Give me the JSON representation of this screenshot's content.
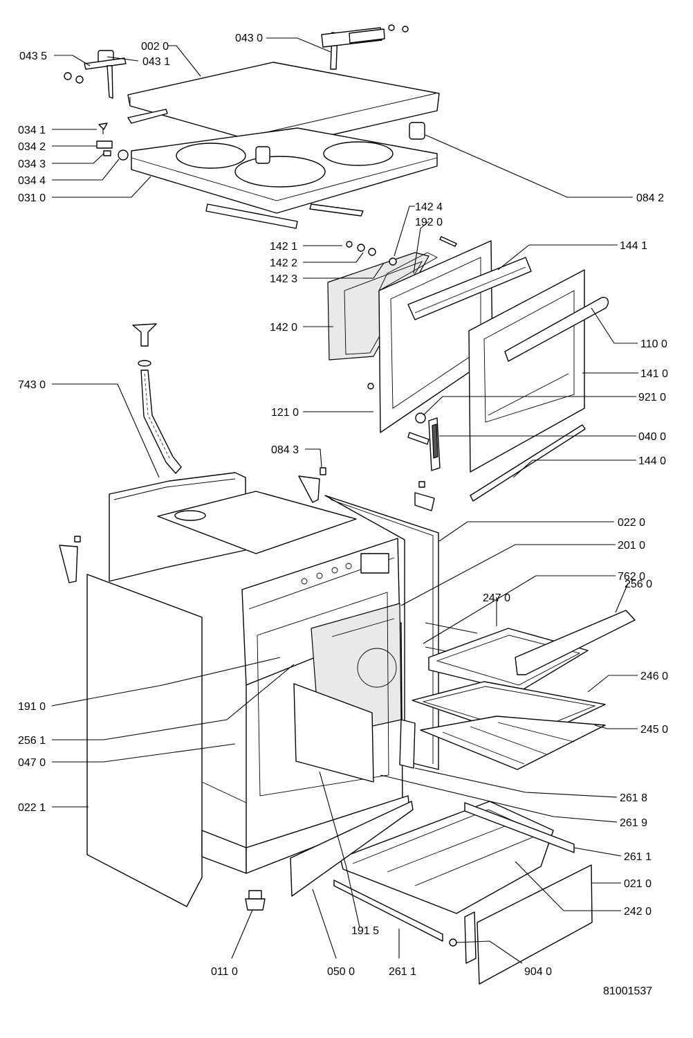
{
  "diagram": {
    "drawing_number": "81001537",
    "part_labels": [
      "043 5",
      "002 0",
      "043 1",
      "043 0",
      "034 1",
      "034 2",
      "034 3",
      "034 4",
      "031 0",
      "084 2",
      "142 4",
      "192 0",
      "142 1",
      "142 2",
      "142 3",
      "144 1",
      "142 0",
      "110 0",
      "141 0",
      "743 0",
      "921 0",
      "121 0",
      "040 0",
      "084 3",
      "144 0",
      "022 0",
      "201 0",
      "762 0",
      "256 0",
      "247 0",
      "246 0",
      "191 0",
      "245 0",
      "256 1",
      "047 0",
      "261 8",
      "022 1",
      "261 9",
      "261 1",
      "021 0",
      "242 0",
      "191 5",
      "011 0",
      "050 0",
      "261 1",
      "904 0"
    ]
  }
}
